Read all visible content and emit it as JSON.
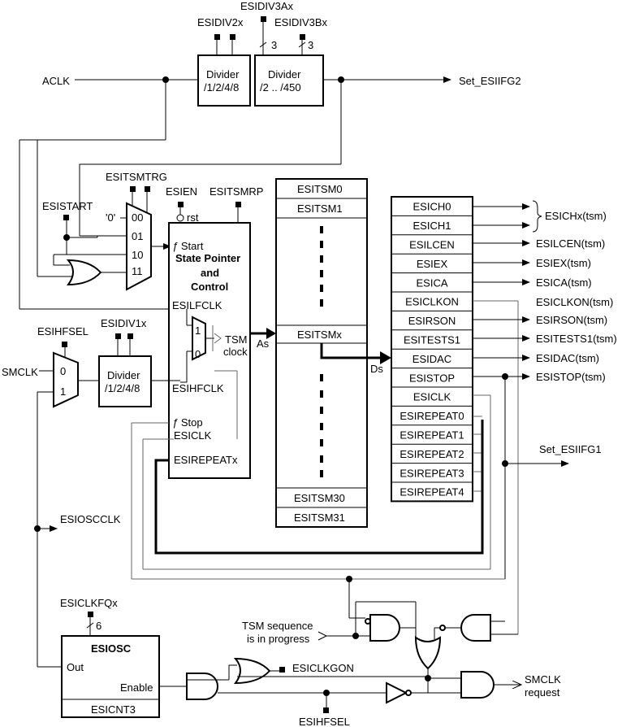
{
  "signals": {
    "aclk": "ACLK",
    "smclk": "SMCLK",
    "set_esiifg2": "Set_ESIIFG2",
    "set_esiifg1": "Set_ESIIFG1",
    "esioscclk": "ESIOSCCLK",
    "esihfsel_top": "ESIHFSEL",
    "esihfsel_bottom": "ESIHFSEL",
    "esidiv1x": "ESIDIV1x",
    "esidiv2x": "ESIDIV2x",
    "esidiv3ax": "ESIDIV3Ax",
    "esidiv3bx": "ESIDIV3Bx",
    "esitsmtrg": "ESITSMTRG",
    "esistart": "ESISTART",
    "esien": "ESIEN",
    "esitsmrp": "ESITSMRP",
    "esiclkfqx": "ESICLKFQx",
    "esiclkgon": "ESICLKGON",
    "tsm_seq_1": "TSM sequence",
    "tsm_seq_2": "is in progress",
    "smclk_req_1": "SMCLK",
    "smclk_req_2": "request",
    "as": "As",
    "ds": "Ds",
    "bus3a": "3",
    "bus3b": "3",
    "bus6": "6"
  },
  "dividers": {
    "div_main": {
      "title": "Divider",
      "value": "/1/2/4/8"
    },
    "div_a": {
      "title": "Divider",
      "value": "/2 .. /450"
    },
    "div_b": {
      "title": "Divider",
      "value": "/1/2/4/8"
    }
  },
  "mux_main": {
    "inputs": [
      "00",
      "01",
      "10",
      "11"
    ],
    "zero_label": "'0'"
  },
  "mux_smclk": {
    "inputs": [
      "0",
      "1"
    ]
  },
  "mux_clk": {
    "inputs": [
      "1",
      "0"
    ]
  },
  "state_pointer": {
    "title_1": "State Pointer",
    "title_2": "and",
    "title_3": "Control",
    "start": "Start",
    "stop": "Stop",
    "rst": "rst",
    "esilfclk": "ESILFCLK",
    "esihfclk": "ESIHFCLK",
    "esiclk": "ESICLK",
    "esirepeatx": "ESIREPEATx",
    "tsm_clock_1": "TSM",
    "tsm_clock_2": "clock"
  },
  "tsm_table": [
    "ESITSM0",
    "ESITSM1",
    "ESITSMx",
    "ESITSM30",
    "ESITSM31"
  ],
  "output_fields": [
    "ESICH0",
    "ESICH1",
    "ESILCEN",
    "ESIEX",
    "ESICA",
    "ESICLKON",
    "ESIRSON",
    "ESITESTS1",
    "ESIDAC",
    "ESISTOP",
    "ESICLK",
    "ESIREPEAT0",
    "ESIREPEAT1",
    "ESIREPEAT2",
    "ESIREPEAT3",
    "ESIREPEAT4"
  ],
  "output_labels": {
    "esichx": "ESICHx(tsm)",
    "esilcen": "ESILCEN(tsm)",
    "esiex": "ESIEX(tsm)",
    "esica": "ESICA(tsm)",
    "esiclkon": "ESICLKON(tsm)",
    "esirson": "ESIRSON(tsm)",
    "esitests1": "ESITESTS1(tsm)",
    "esidac": "ESIDAC(tsm)",
    "esistop": "ESISTOP(tsm)"
  },
  "esiosc": {
    "title": "ESIOSC",
    "out": "Out",
    "enable": "Enable",
    "cnt": "ESICNT3"
  }
}
